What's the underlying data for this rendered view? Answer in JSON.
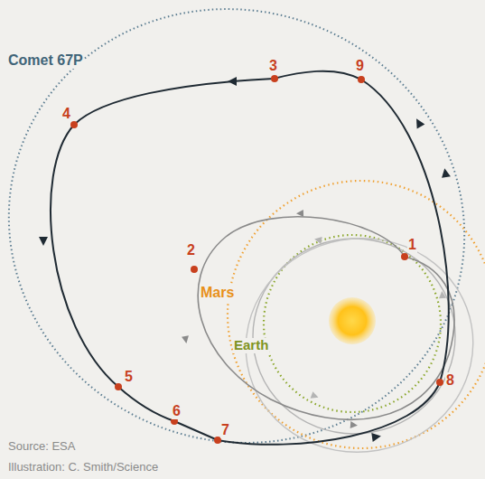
{
  "diagram": {
    "labels": [
      "Comet 67P",
      "3",
      "9",
      "4",
      "2",
      "1",
      "Mars",
      "Earth",
      "8",
      "5",
      "6",
      "7",
      "Source: ESA",
      "Illustration: C. Smith/Science"
    ]
  }
}
